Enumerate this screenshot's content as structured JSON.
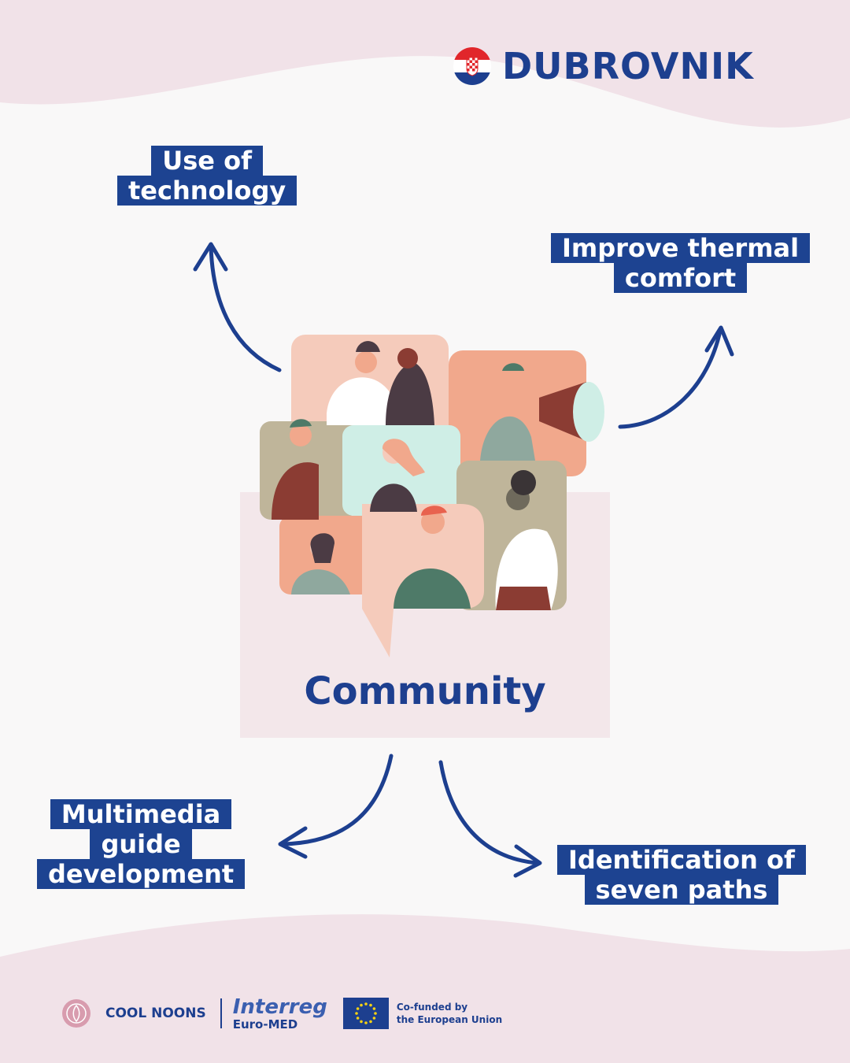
{
  "header": {
    "city": "DUBROVNIK",
    "flag_icon": "croatia-flag-icon"
  },
  "center": {
    "title": "Community",
    "illustration": "community-people-speech-bubbles"
  },
  "nodes": {
    "tech": [
      "Use of",
      "technology"
    ],
    "thermal": [
      "Improve thermal",
      "comfort"
    ],
    "guide": [
      "Multimedia",
      "guide",
      "development"
    ],
    "paths": [
      "Identification of",
      "seven paths"
    ]
  },
  "footer": {
    "project": "COOL NOONS",
    "program_name": "Interreg",
    "program_region": "Euro-MED",
    "eu_line1": "Co-funded by",
    "eu_line2": "the European Union"
  },
  "colors": {
    "brand_blue": "#1d4391",
    "card_pink": "#f3e7ea",
    "wave_pink": "#f1e2e8",
    "background": "#f9f8f8"
  }
}
